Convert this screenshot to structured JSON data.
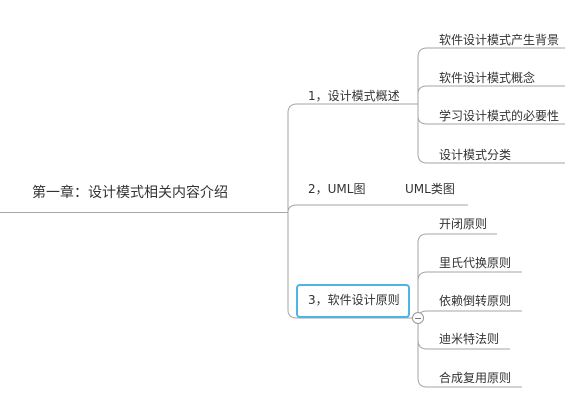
{
  "root": {
    "label": "第一章：设计模式相关内容介绍"
  },
  "branches": [
    {
      "label": "1，设计模式概述",
      "children": [
        "软件设计模式产生背景",
        "软件设计模式概念",
        "学习设计模式的必要性",
        "设计模式分类"
      ]
    },
    {
      "label": "2，UML图",
      "children": [
        "UML类图"
      ]
    },
    {
      "label": "3，软件设计原则",
      "children": [
        "开闭原则",
        "里氏代换原则",
        "依赖倒转原则",
        "迪米特法则",
        "合成复用原则"
      ]
    }
  ],
  "colors": {
    "line": "#a6a6a6",
    "selection": "#4fb3e8",
    "text": "#333333"
  }
}
